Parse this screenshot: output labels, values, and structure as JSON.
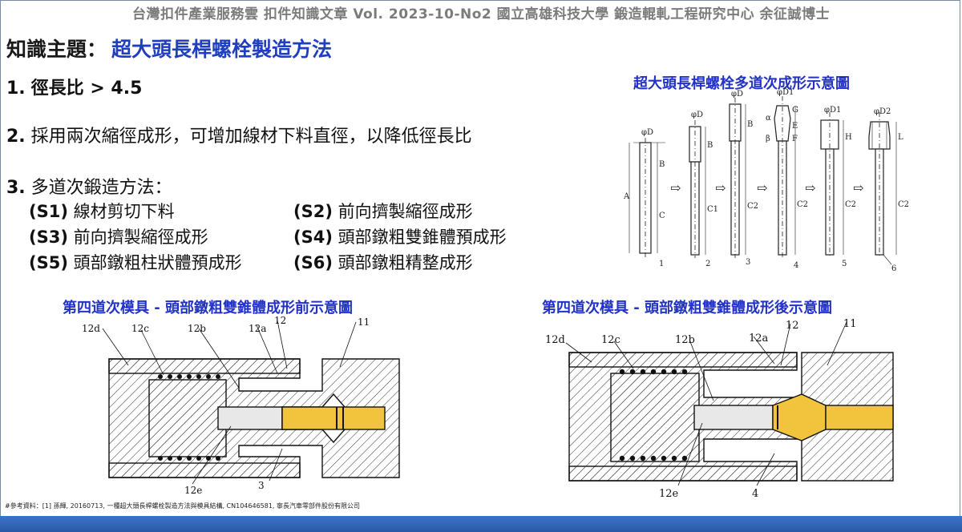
{
  "header": "台灣扣件產業服務雲  扣件知識文章  Vol. 2023-10-No2  國立高雄科技大學  鍛造輥軋工程研究中心  余征誠博士",
  "topic": {
    "label": "知識主題：",
    "value": "超大頭長桿螺栓製造方法"
  },
  "items": [
    {
      "num": "1.",
      "text": "徑長比 > 4.5"
    },
    {
      "num": "2.",
      "text": "採用兩次縮徑成形，可增加線材下料直徑，以降低徑長比"
    },
    {
      "num": "3.",
      "text": "多道次鍛造方法："
    }
  ],
  "steps": [
    {
      "code": "(S1)",
      "text": "線材剪切下料"
    },
    {
      "code": "(S2)",
      "text": "前向擠製縮徑成形"
    },
    {
      "code": "(S3)",
      "text": "前向擠製縮徑成形"
    },
    {
      "code": "(S4)",
      "text": "頭部鐓粗雙錐體預成形"
    },
    {
      "code": "(S5)",
      "text": "頭部鐓粗柱狀體預成形"
    },
    {
      "code": "(S6)",
      "text": "頭部鐓粗精整成形"
    }
  ],
  "diagram_multi": {
    "caption": "超大頭長桿螺栓多道次成形示意圖",
    "labels": [
      "φD",
      "φD",
      "φD",
      "φD1",
      "φD1",
      "φD2",
      "A",
      "B",
      "C",
      "B",
      "C1",
      "B",
      "C2",
      "C2",
      "C2",
      "C2",
      "α",
      "β",
      "G",
      "E",
      "F",
      "H",
      "L",
      "1",
      "2",
      "3",
      "4",
      "5",
      "6"
    ]
  },
  "diagram_before": {
    "caption": "第四道次模具 - 頭部鐓粗雙錐體成形前示意圖",
    "labels": [
      "12d",
      "12c",
      "12b",
      "12a",
      "12",
      "11",
      "12e",
      "3"
    ]
  },
  "diagram_after": {
    "caption": "第四道次模具 - 頭部鐓粗雙錐體成形後示意圖",
    "labels": [
      "12d",
      "12c",
      "12b",
      "12a",
      "12",
      "11",
      "12e",
      "4"
    ]
  },
  "reference": "#參考資料：[1] 孫輝, 20160713, 一種超大頭長桿螺栓製造方法與模具結構, CN104646581, 寧長汽車零部件股份有限公司",
  "colors": {
    "title_blue": "#1f3fbf",
    "caption_blue": "#2232c8",
    "workpiece": "#f2c43d",
    "bottom_bar": "#2f63b6"
  }
}
